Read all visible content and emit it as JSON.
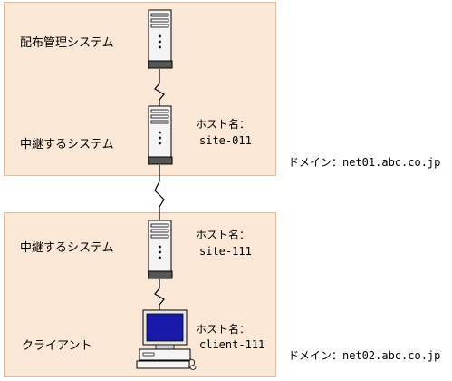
{
  "segments": [
    {
      "domain_label": "ドメイン：net01.abc.co.jp",
      "nodes": [
        {
          "role": "配布管理システム",
          "host_caption": "",
          "host_name": ""
        },
        {
          "role": "中継するシステム",
          "host_caption": "ホスト名：",
          "host_name": "site-011"
        }
      ]
    },
    {
      "domain_label": "ドメイン：net02.abc.co.jp",
      "nodes": [
        {
          "role": "中継するシステム",
          "host_caption": "ホスト名：",
          "host_name": "site-111"
        },
        {
          "role": "クライアント",
          "host_caption": "ホスト名：",
          "host_name": "client-111"
        }
      ]
    }
  ],
  "colors": {
    "domain_fill": "#fbe7d6",
    "domain_border": "#e8b896",
    "server_body": "#f4f4f4",
    "screen": "#1a1aa8"
  }
}
